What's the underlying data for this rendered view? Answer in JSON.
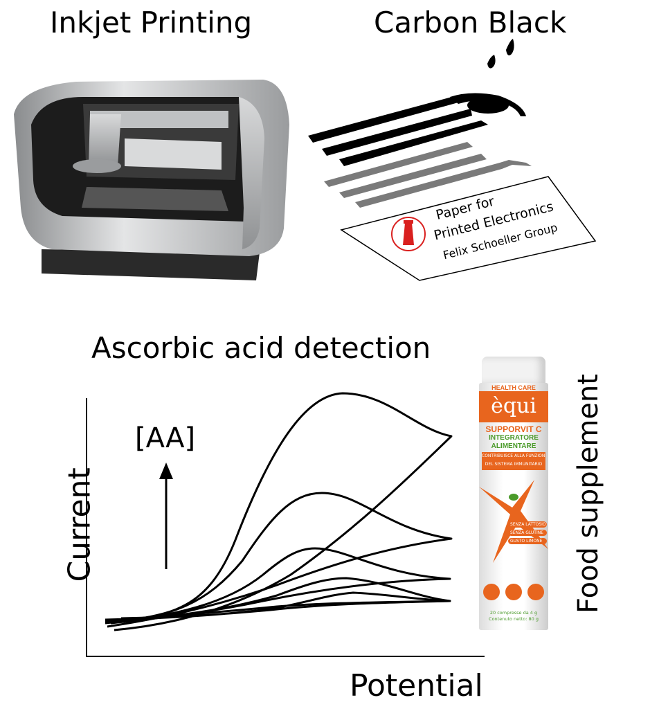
{
  "titles": {
    "inkjet": "Inkjet Printing",
    "carbon": "Carbon Black",
    "detection": "Ascorbic acid detection",
    "food": "Food supplement"
  },
  "paper_label": {
    "line1": "Paper for",
    "line2": "Printed Electronics",
    "line3": "Felix Schoeller Group"
  },
  "plot": {
    "ylabel": "Current",
    "xlabel": "Potential",
    "arrow_label": "[AA]"
  },
  "bottle": {
    "category": "HEALTH CARE",
    "brand": "èqui",
    "product": "SUPPORVIT C",
    "type1": "INTEGRATORE",
    "type2": "ALIMENTARE",
    "claim1": "CONTRIBUISCE ALLA FUNZIONE",
    "claim2": "DEL SISTEMA IMMUNITARIO",
    "badge1": "SENZA LATTOSIO",
    "badge2": "SENZA GLUTINE",
    "badge3": "GUSTO LIMONE",
    "qty1": "20 compresse da 4 g",
    "qty2": "Contenuto netto: 80 g"
  },
  "colors": {
    "orange": "#e8651e",
    "green": "#4a9a2a",
    "red": "#d9201f",
    "gray": "#7a7a7a"
  }
}
